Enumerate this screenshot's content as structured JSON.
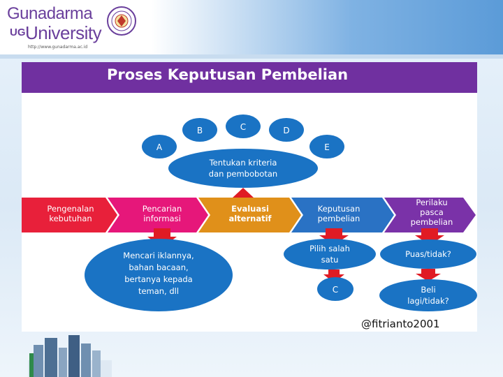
{
  "header": {
    "logo_line1": "Gunadarma",
    "logo_ug": "UG",
    "logo_line2": "University",
    "logo_url": "http://www.gunadarma.ac.id"
  },
  "slide": {
    "title": "Proses Keputusan Pembelian",
    "criteria": {
      "label_line1": "Tentukan kriteria",
      "label_line2": "dan pembobotan",
      "options": [
        "A",
        "B",
        "C",
        "D",
        "E"
      ]
    },
    "stages": [
      {
        "line1": "Pengenalan",
        "line2": "kebutuhan",
        "color": "#e8203a"
      },
      {
        "line1": "Pencarian",
        "line2": "informasi",
        "color": "#e6177a"
      },
      {
        "line1": "Evaluasi",
        "line2": "alternatif",
        "color": "#e0901a"
      },
      {
        "line1": "Keputusan",
        "line2": "pembelian",
        "color": "#2a72c4"
      },
      {
        "line1": "Perilaku",
        "line2": "pasca",
        "line3": "pembelian",
        "color": "#7a32a8"
      }
    ],
    "search_note": [
      "Mencari iklannya,",
      "bahan bacaan,",
      "bertanya kepada",
      "teman, dll"
    ],
    "choose": [
      "Pilih salah",
      "satu"
    ],
    "chosen": "C",
    "satisfied": "Puas/tidak?",
    "rebuy": [
      "Beli",
      "lagi/tidak?"
    ]
  },
  "watermark": "@fitrianto2001",
  "colors": {
    "purple": "#7030a0",
    "blue": "#1a73c4",
    "arrow_red": "#e01b24"
  }
}
